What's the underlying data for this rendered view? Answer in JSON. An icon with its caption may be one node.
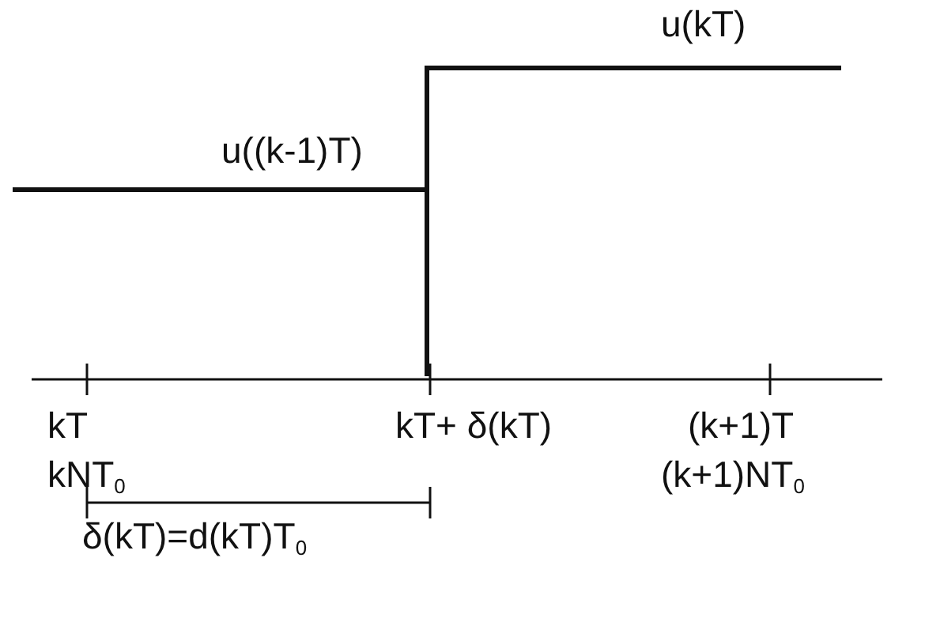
{
  "diagram": {
    "labels": [
      "u(kT)",
      "u((k-1)T)",
      "kT",
      "kNT$_{0}$",
      "kT+ δ(kT)",
      "(k+1)T",
      "(k+1)NT$_{0}$",
      "δ(kT)=d(kT)T$_{0}$"
    ]
  }
}
